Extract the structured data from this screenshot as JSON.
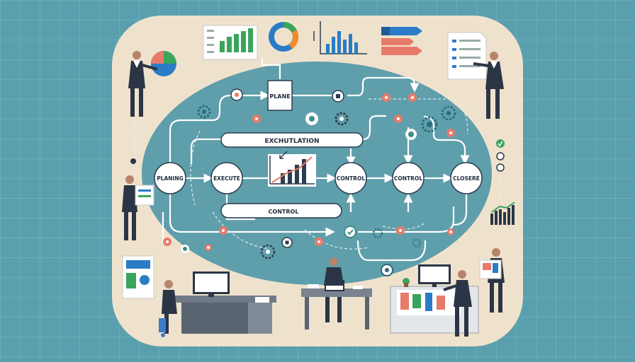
{
  "nodes": {
    "plane": "PLANE",
    "planing": "PLANING",
    "execute": "EXECUTE",
    "control_center": "CONTROL",
    "control_right": "CONTROL",
    "closere": "CLOSERE"
  },
  "bars": {
    "top": "EXCHUTLATION",
    "bottom": "CONTROL"
  },
  "colors": {
    "background": "#5a9fae",
    "board": "#efe2cd",
    "oval": "#5f9eab",
    "accent_pink": "#e87a6a",
    "accent_teal": "#3a8f88"
  },
  "icons": [
    "pie-chart-icon",
    "bar-chart-icon",
    "donut-chart-icon",
    "gear-icon",
    "check-icon",
    "document-icon",
    "laptop-icon",
    "monitor-icon"
  ]
}
